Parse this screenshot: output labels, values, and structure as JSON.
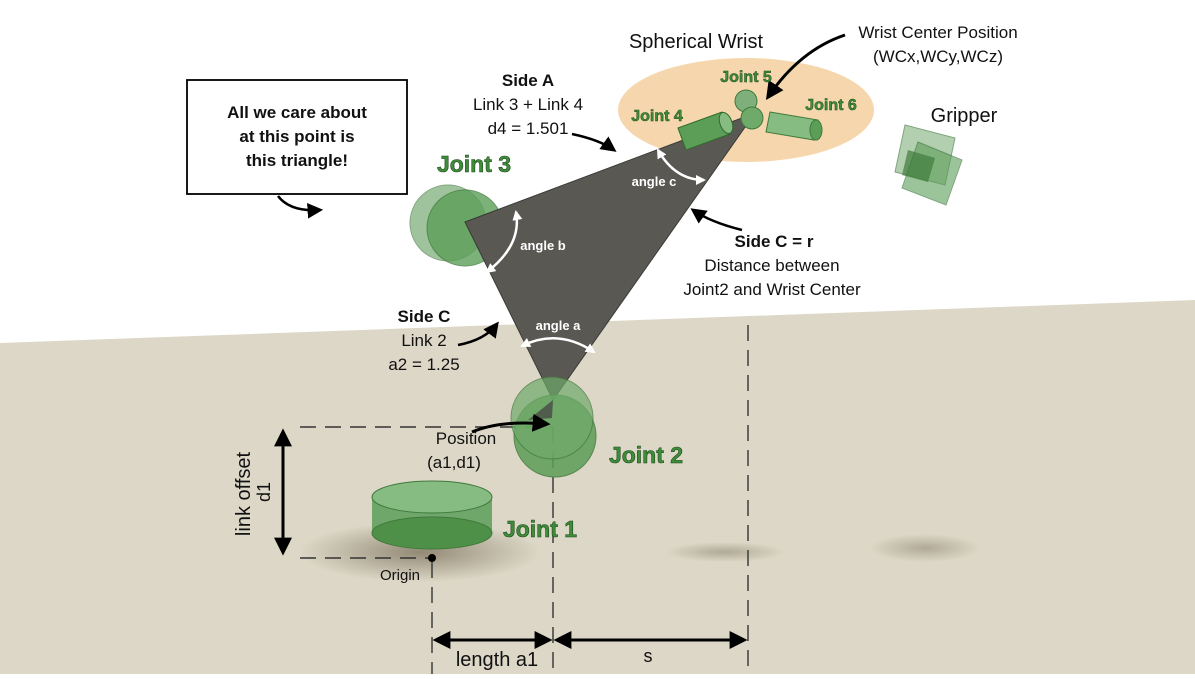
{
  "labels": {
    "spherical_wrist": "Spherical Wrist",
    "wc_position_title": "Wrist Center Position",
    "wc_position_coords": "(WCx,WCy,WCz)",
    "gripper": "Gripper",
    "callout_line1": "All we care about",
    "callout_line2": "at this point is",
    "callout_line3": "this triangle!",
    "side_a_title": "Side A",
    "side_a_desc": "Link 3 + Link 4",
    "side_a_value": "d4 = 1.501",
    "side_c_r_title": "Side C = r",
    "side_c_r_desc1": "Distance between",
    "side_c_r_desc2": "Joint2 and Wrist Center",
    "side_c_title": "Side C",
    "side_c_desc": "Link 2",
    "side_c_value": "a2 = 1.25",
    "angle_a": "angle a",
    "angle_b": "angle b",
    "angle_c": "angle c",
    "position_title": "Position",
    "position_coords": "(a1,d1)",
    "link_offset": "link offset",
    "d1": "d1",
    "origin": "Origin",
    "length_a1": "length a1",
    "s": "s"
  },
  "joints": {
    "joint1": "Joint 1",
    "joint2": "Joint 2",
    "joint3": "Joint 3",
    "joint4": "Joint 4",
    "joint5": "Joint 5",
    "joint6": "Joint 6"
  },
  "colors": {
    "ground": "#dcd7c6",
    "triangle": "#5a5853",
    "joint_fill": "#5c9e58",
    "wrist_halo": "#f6d7ad",
    "joint_label": "#3f8c3a"
  }
}
